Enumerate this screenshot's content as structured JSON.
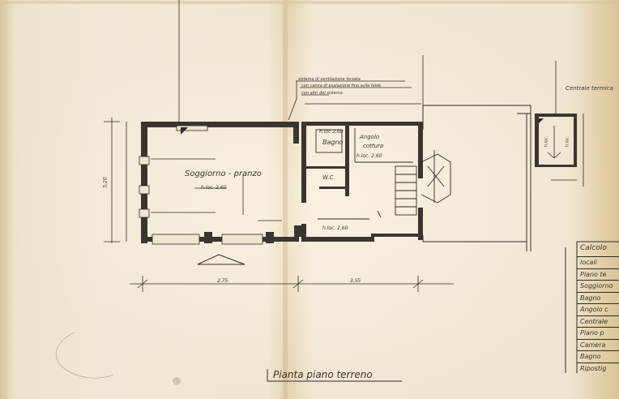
{
  "colors": {
    "paper": "#efe6d2",
    "ink": "#2e2a26",
    "wall": "#3a3530",
    "stain": "#d9c399"
  },
  "plan": {
    "title": "Pianta piano terreno",
    "rooms": {
      "soggiorno_name": "Soggiorno - pranzo",
      "soggiorno_sub": "h.loc. 2,60",
      "bagno_name": "Bagno",
      "bagno_sub": "h.loc 2,60",
      "wc_name": "W.C.",
      "angolo_name": "Angolo",
      "angolo_name2": "cottura",
      "angolo_sub": "h.loc. 2,60",
      "ingresso_sub": "h.loc. 2,60"
    },
    "notes": {
      "note1": "sistema di ventilazione forzata",
      "note2": "con canna di esalazione fino sulle falde",
      "note3": "con altri del sistema"
    },
    "annex": {
      "label": "Centrale termica",
      "sub1": "h.loc.",
      "sub2": "h.loc."
    },
    "dims": {
      "bottom_a": "2,75",
      "bottom_b": "3,55",
      "left_total": "5,20"
    }
  },
  "table": {
    "title": "Calcolo",
    "rows": [
      "locali",
      "Piano te",
      "Soggiorno",
      "Bagno",
      "Angolo c",
      "Centrale",
      "Piano p",
      "Camera",
      "Bagno",
      "Ripostig"
    ]
  }
}
